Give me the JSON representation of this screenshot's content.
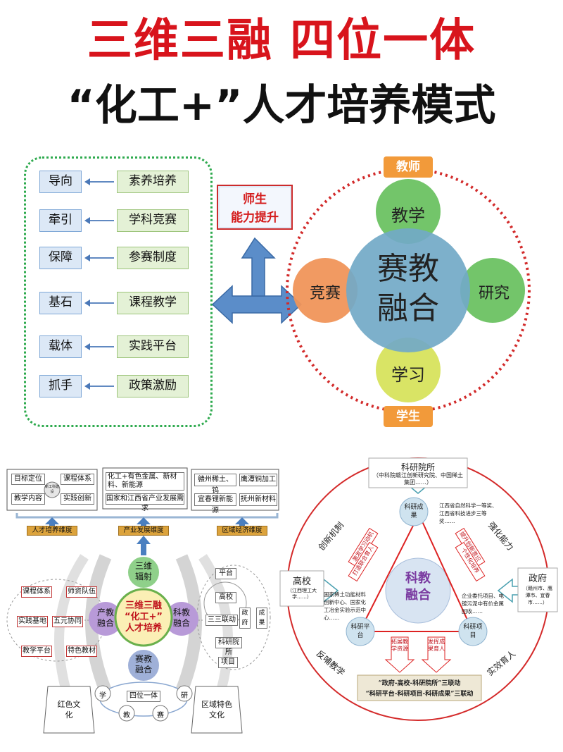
{
  "title": {
    "line1": "三维三融 四位一体",
    "line2": "“化工+”人才培养模式"
  },
  "pillars": [
    {
      "left": "导向",
      "right": "素养培养"
    },
    {
      "left": "牵引",
      "right": "学科竞赛"
    },
    {
      "left": "保障",
      "right": "参赛制度"
    },
    {
      "left": "基石",
      "right": "课程教学"
    },
    {
      "left": "载体",
      "right": "实践平台"
    },
    {
      "left": "抓手",
      "right": "政策激励"
    }
  ],
  "center_box": {
    "line1": "师生",
    "line2": "能力提升"
  },
  "venn": {
    "banner_top": "教师",
    "banner_bottom": "学生",
    "center_line1": "赛教",
    "center_line2": "融合",
    "top": "教学",
    "left": "竞赛",
    "right": "研究",
    "bottom": "学习"
  },
  "lower_left": {
    "box1": {
      "a": "目标定位",
      "b": "课程体系",
      "c": "教学内容",
      "d": "实践创新",
      "center": "新工科建设"
    },
    "box2": {
      "a": "化工+有色金属、新材料、新能源",
      "b": "国家和江西省产业发展需求"
    },
    "box3": {
      "a": "赣州稀土、钨",
      "b": "鹰潭铜加工",
      "c": "宜春锂新能源",
      "d": "抚州新材料"
    },
    "dim1": "人才培养维度",
    "dim2": "产业发展维度",
    "dim3": "区域经济维度",
    "sanwei": "三维辐射",
    "center_line1": "三维三融",
    "center_line2": "“化工+”",
    "center_line3": "人才培养",
    "chanjiao": "产教融合",
    "kejiao": "科教融合",
    "saijiao": "赛教融合",
    "left_items": [
      "课程体系",
      "师资队伍",
      "实践基地",
      "五元协同",
      "教学平台",
      "特色教材"
    ],
    "right_items": [
      "平台",
      "高校",
      "三三联动",
      "政府",
      "成果",
      "科研院所",
      "项目"
    ],
    "siwei": "四位一体",
    "siwei_items": [
      "学",
      "研",
      "教",
      "赛"
    ],
    "red_culture": "红色文化",
    "region_culture": "区域特色文化"
  },
  "lower_right": {
    "institute": "科研院所",
    "institute_sub": "（中科院赣江创新研究院、中国稀土集团……）",
    "university": "高校",
    "university_sub": "（江西理工大学……）",
    "government": "政府",
    "government_sub": "（赣州市、鹰潭市、宜春市……）",
    "center_line1": "科教",
    "center_line2": "融合",
    "node_top": "科研成果",
    "node_left": "科研平台",
    "node_right": "科研项目",
    "note_top": "江西省自然科学一等奖、江西省科技进步三等奖……",
    "note_left": "国家稀土功能材料创新中心、国家化工冶金实验示范中心……",
    "note_right": "企业委托项目、电镀污泥中有价金属回收……",
    "arc_left_top": "创新机制",
    "arc_right_top": "强化能力",
    "arc_left_bottom": "反哺教学",
    "arc_right_bottom": "实效育人",
    "inner_left": "激发学习动机",
    "inner_left2": "打造联合育人",
    "inner_right": "提升创新意识",
    "inner_right2": "个性化培养",
    "bottom_left": "拓展教学资源",
    "bottom_right": "发挥成果育人",
    "bottom_banner1": "“政府-高校-科研院所”三联动",
    "bottom_banner2": "“科研平台-科研项目-科研成果”三联动"
  }
}
